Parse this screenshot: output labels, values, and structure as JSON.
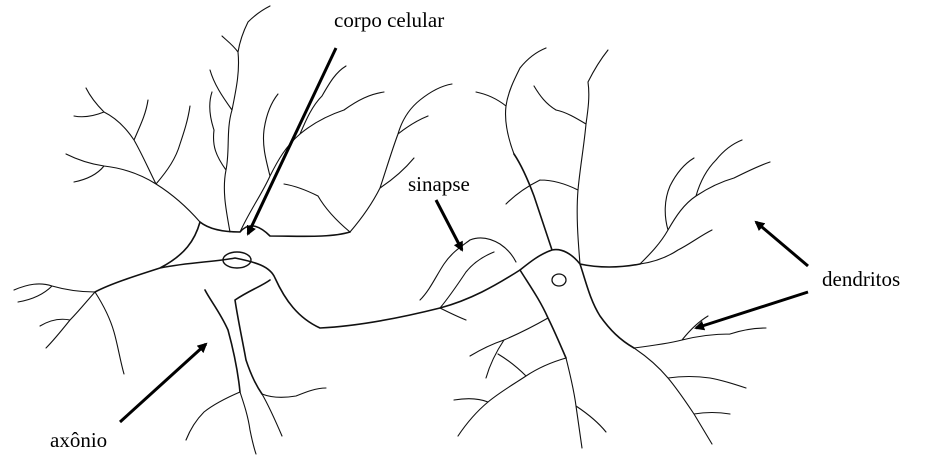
{
  "labels": {
    "cell_body": "corpo celular",
    "synapse": "sinapse",
    "dendrites": "dendritos",
    "axon": "axônio"
  },
  "colors": {
    "line": "#111111",
    "background": "#ffffff"
  }
}
